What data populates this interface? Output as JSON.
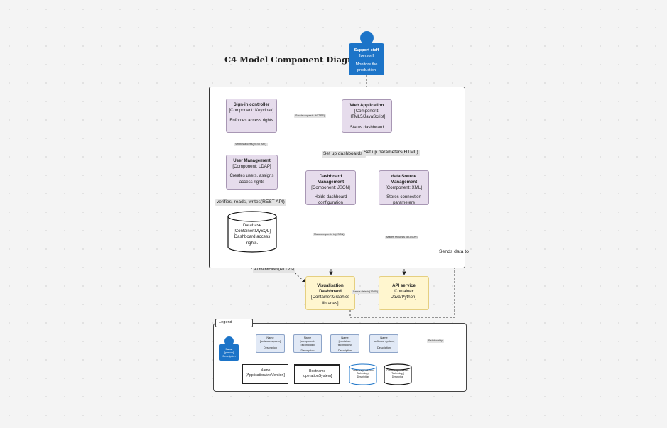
{
  "title": "C4 Model Component Diagram",
  "person": {
    "name": "Support staff",
    "type": "[person]",
    "desc": "Monitors the production"
  },
  "components": {
    "web_app": {
      "name": "Web Application",
      "tech": "[Component: HTML5/JavaScript]",
      "desc": "Status dashboard"
    },
    "signin": {
      "name": "Sign-in controller",
      "tech": "[Component: Keycloak]",
      "desc": "Enforces access rights"
    },
    "user_mgmt": {
      "name": "User Management",
      "tech": "[Component: LDAP]",
      "desc": "Creates users, assigns access rights"
    },
    "dash_mgmt": {
      "name": "Dashboard Management",
      "tech": "[Component: JSON]",
      "desc": "Holds dashboard configuration"
    },
    "ds_mgmt": {
      "name": "data Source Management",
      "tech": "[Component: XML]",
      "desc": "Stores connection parameters"
    }
  },
  "database": {
    "text": "Database [Container:MySQL] Dashboard access rights."
  },
  "external": {
    "vis": {
      "name": "Visualisation Dashboard",
      "tech": "[Container:Graphics libraries]"
    },
    "api": {
      "name": "API service",
      "tech": "[Container: Java/Python]"
    }
  },
  "labels": {
    "sends_requests": "Sends requests (HTTPS)",
    "verifies_access": "Verifies access(REST API)",
    "set_up_dashboards": "Set up dashboards(",
    "set_up_parameters": "Set up parameters(HTML)",
    "verifies_reads": "verifies, reads, writes(REST API)",
    "makes_requests_json": "Makes requests to(JSON)",
    "makes_requests_json2": "Makes requests to (JSON)",
    "authenticates": "Authenticates(HTTPS)",
    "sends_data_json": "Sends data to(JSON)",
    "sends_data_to": "Sends data to"
  },
  "legend": {
    "tab": "Legend",
    "person": {
      "name": "Name",
      "type": "[person]",
      "desc": "Description"
    },
    "items": [
      {
        "name": "Name",
        "tech": "[software system]",
        "desc": "Description"
      },
      {
        "name": "Name",
        "tech": "[component: Technology]",
        "desc": "Description"
      },
      {
        "name": "Name",
        "tech": "[container: technology]",
        "desc": "Description"
      },
      {
        "name": "Name",
        "tech": "[software system]",
        "desc": "Description"
      }
    ],
    "arrow_label": "Relationship",
    "box1": {
      "name": "Name",
      "sub": "[ApplicationAndVersion]"
    },
    "box2": {
      "name": "Hostname",
      "sub": "[operationSystem]"
    },
    "db1": "Database [Container: Technology] Description",
    "db2": "Database [Container: Technology] Description"
  },
  "colors": {
    "person": "#1c74c8",
    "component": "#e6dcec",
    "external": "#fff6cf",
    "legend_component": "#e1e9f6"
  }
}
